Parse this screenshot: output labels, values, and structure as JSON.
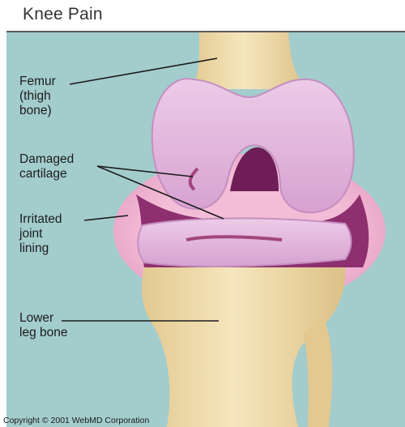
{
  "title": "Knee Pain",
  "labels": {
    "femur": "Femur\n(thigh\nbone)",
    "cartilage": "Damaged\ncartilage",
    "joint_lining": "Irritated\njoint\nlining",
    "lower_leg": "Lower\nleg bone"
  },
  "copyright": "Copyright © 2001 WebMD Corporation",
  "colors": {
    "background": "#a3cccd",
    "bone": "#f0dcaa",
    "cartilage": "#e6b8e0",
    "lining": "#8e2f6f",
    "capsule": "#e8a6c8"
  }
}
